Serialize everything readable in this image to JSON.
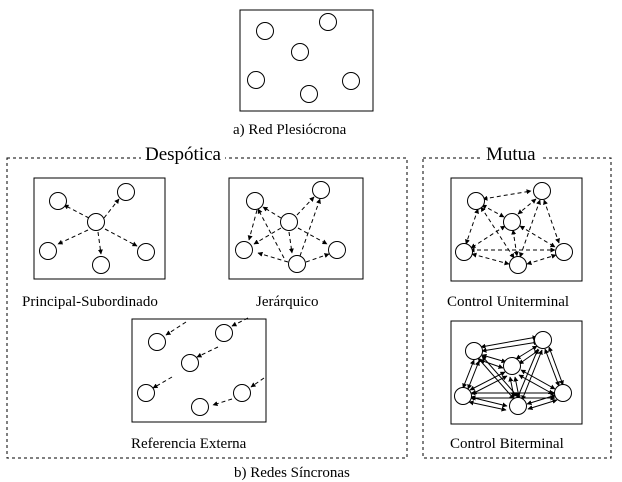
{
  "labels": {
    "red_plesiocrona": "a) Red Plesiócrona",
    "despotica": "Despótica",
    "mutua": "Mutua",
    "principal_subordinado": "Principal-Subordinado",
    "jerarquico": "Jerárquico",
    "referencia_externa": "Referencia Externa",
    "control_uniterminal": "Control Uniterminal",
    "control_biterminal": "Control Biterminal",
    "redes_sincronas": "b) Redes Síncronas"
  }
}
